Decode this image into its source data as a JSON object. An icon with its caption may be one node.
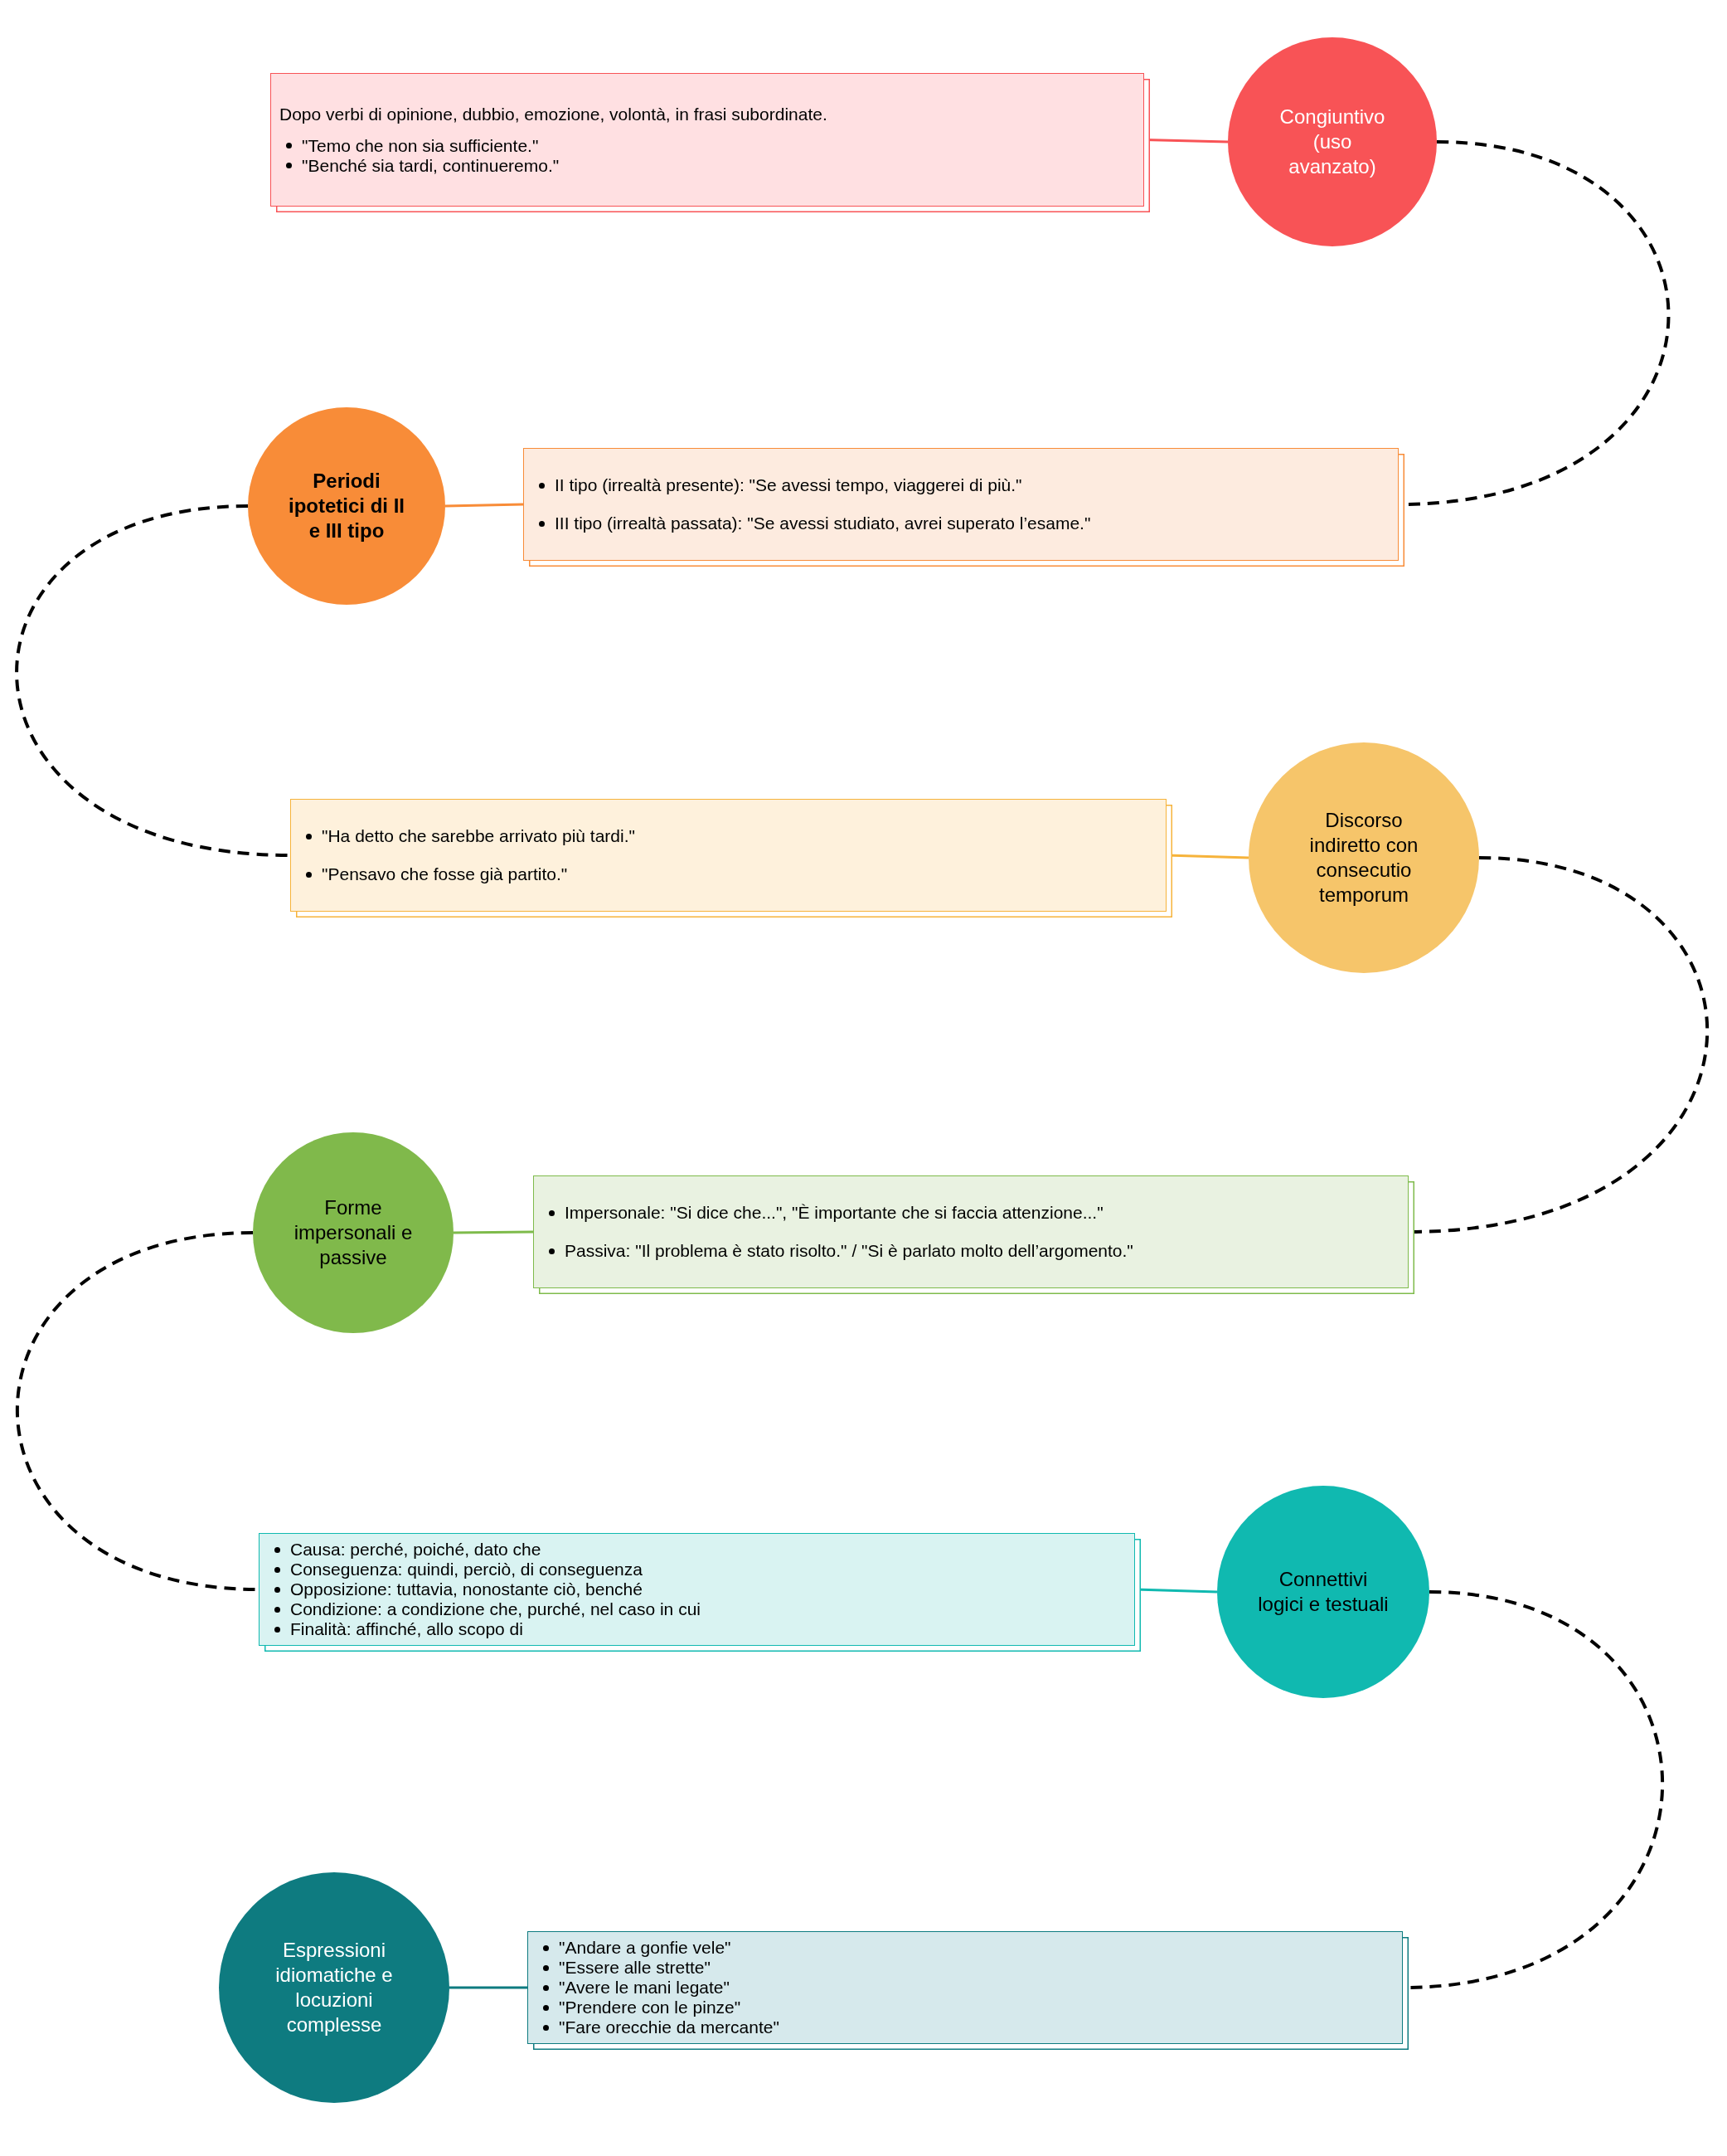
{
  "diagram": {
    "nodes": [
      {
        "text": [
          "Congiuntivo (uso avanzato)"
        ]
      },
      {
        "text": [
          "Dopo verbi di opinione, dubbio, emozione, volontà, in frasi subordinate.",
          "\"Temo che non sia sufficiente.\"",
          "\"Benché sia tardi, continueremo.\""
        ]
      },
      {
        "text": [
          "Periodi ipotetici di II e III tipo"
        ]
      },
      {
        "text": [
          "II tipo (irrealtà presente): \"Se avessi tempo, viaggerei di più.\"",
          "III tipo (irrealtà passata): \"Se avessi studiato, avrei superato l’esame.\""
        ]
      },
      {
        "text": [
          "Discorso indiretto con consecutio temporum"
        ]
      },
      {
        "text": [
          "\"Ha detto che sarebbe arrivato più tardi.\"",
          "\"Pensavo che fosse già partito.\""
        ]
      },
      {
        "text": [
          "Forme impersonali e passive"
        ]
      },
      {
        "text": [
          "Impersonale: \"Si dice che...\", \"È importante che si faccia attenzione...\"",
          "Passiva: \"Il problema è stato risolto.\" / \"Si è parlato molto dell’argomento.\""
        ]
      },
      {
        "text": [
          "Connettivi logici e testuali"
        ]
      },
      {
        "text": [
          "Causa: perché, poiché, dato che",
          "Conseguenza: quindi, perciò, di conseguenza",
          "Opposizione: tuttavia, nonostante ciò, benché",
          "Condizione: a condizione che, purché, nel caso in cui",
          "Finalità: affinché, allo scopo di"
        ]
      },
      {
        "text": [
          "Espressioni idiomatiche e locuzioni complesse"
        ]
      },
      {
        "text": [
          "\"Andare a gonfie vele\"",
          "\"Essere alle strette\"",
          "\"Avere le mani legate\"",
          "\"Prendere con le pinze\"",
          "\"Fare orecchie da mercante\""
        ]
      }
    ],
    "edges": [
      {
        "from": 0,
        "to": 1,
        "arrow": "none",
        "color": "#f85356"
      },
      {
        "from": 0,
        "to": 3,
        "arrow": "none",
        "style": "dashed",
        "color": "#000000"
      },
      {
        "from": 2,
        "to": 3,
        "arrow": "none",
        "color": "#f88c38"
      },
      {
        "from": 2,
        "to": 5,
        "arrow": "none",
        "style": "dashed",
        "color": "#000000"
      },
      {
        "from": 4,
        "to": 5,
        "arrow": "none",
        "color": "#f6b33b"
      },
      {
        "from": 4,
        "to": 7,
        "arrow": "none",
        "style": "dashed",
        "color": "#000000"
      },
      {
        "from": 6,
        "to": 7,
        "arrow": "none",
        "color": "#7ebb4b"
      },
      {
        "from": 6,
        "to": 9,
        "arrow": "none",
        "style": "dashed",
        "color": "#000000"
      },
      {
        "from": 8,
        "to": 9,
        "arrow": "none",
        "color": "#10b9b0"
      },
      {
        "from": 8,
        "to": 11,
        "arrow": "none",
        "style": "dashed",
        "color": "#000000"
      },
      {
        "from": 10,
        "to": 11,
        "arrow": "none",
        "color": "#0e7b80"
      }
    ]
  }
}
